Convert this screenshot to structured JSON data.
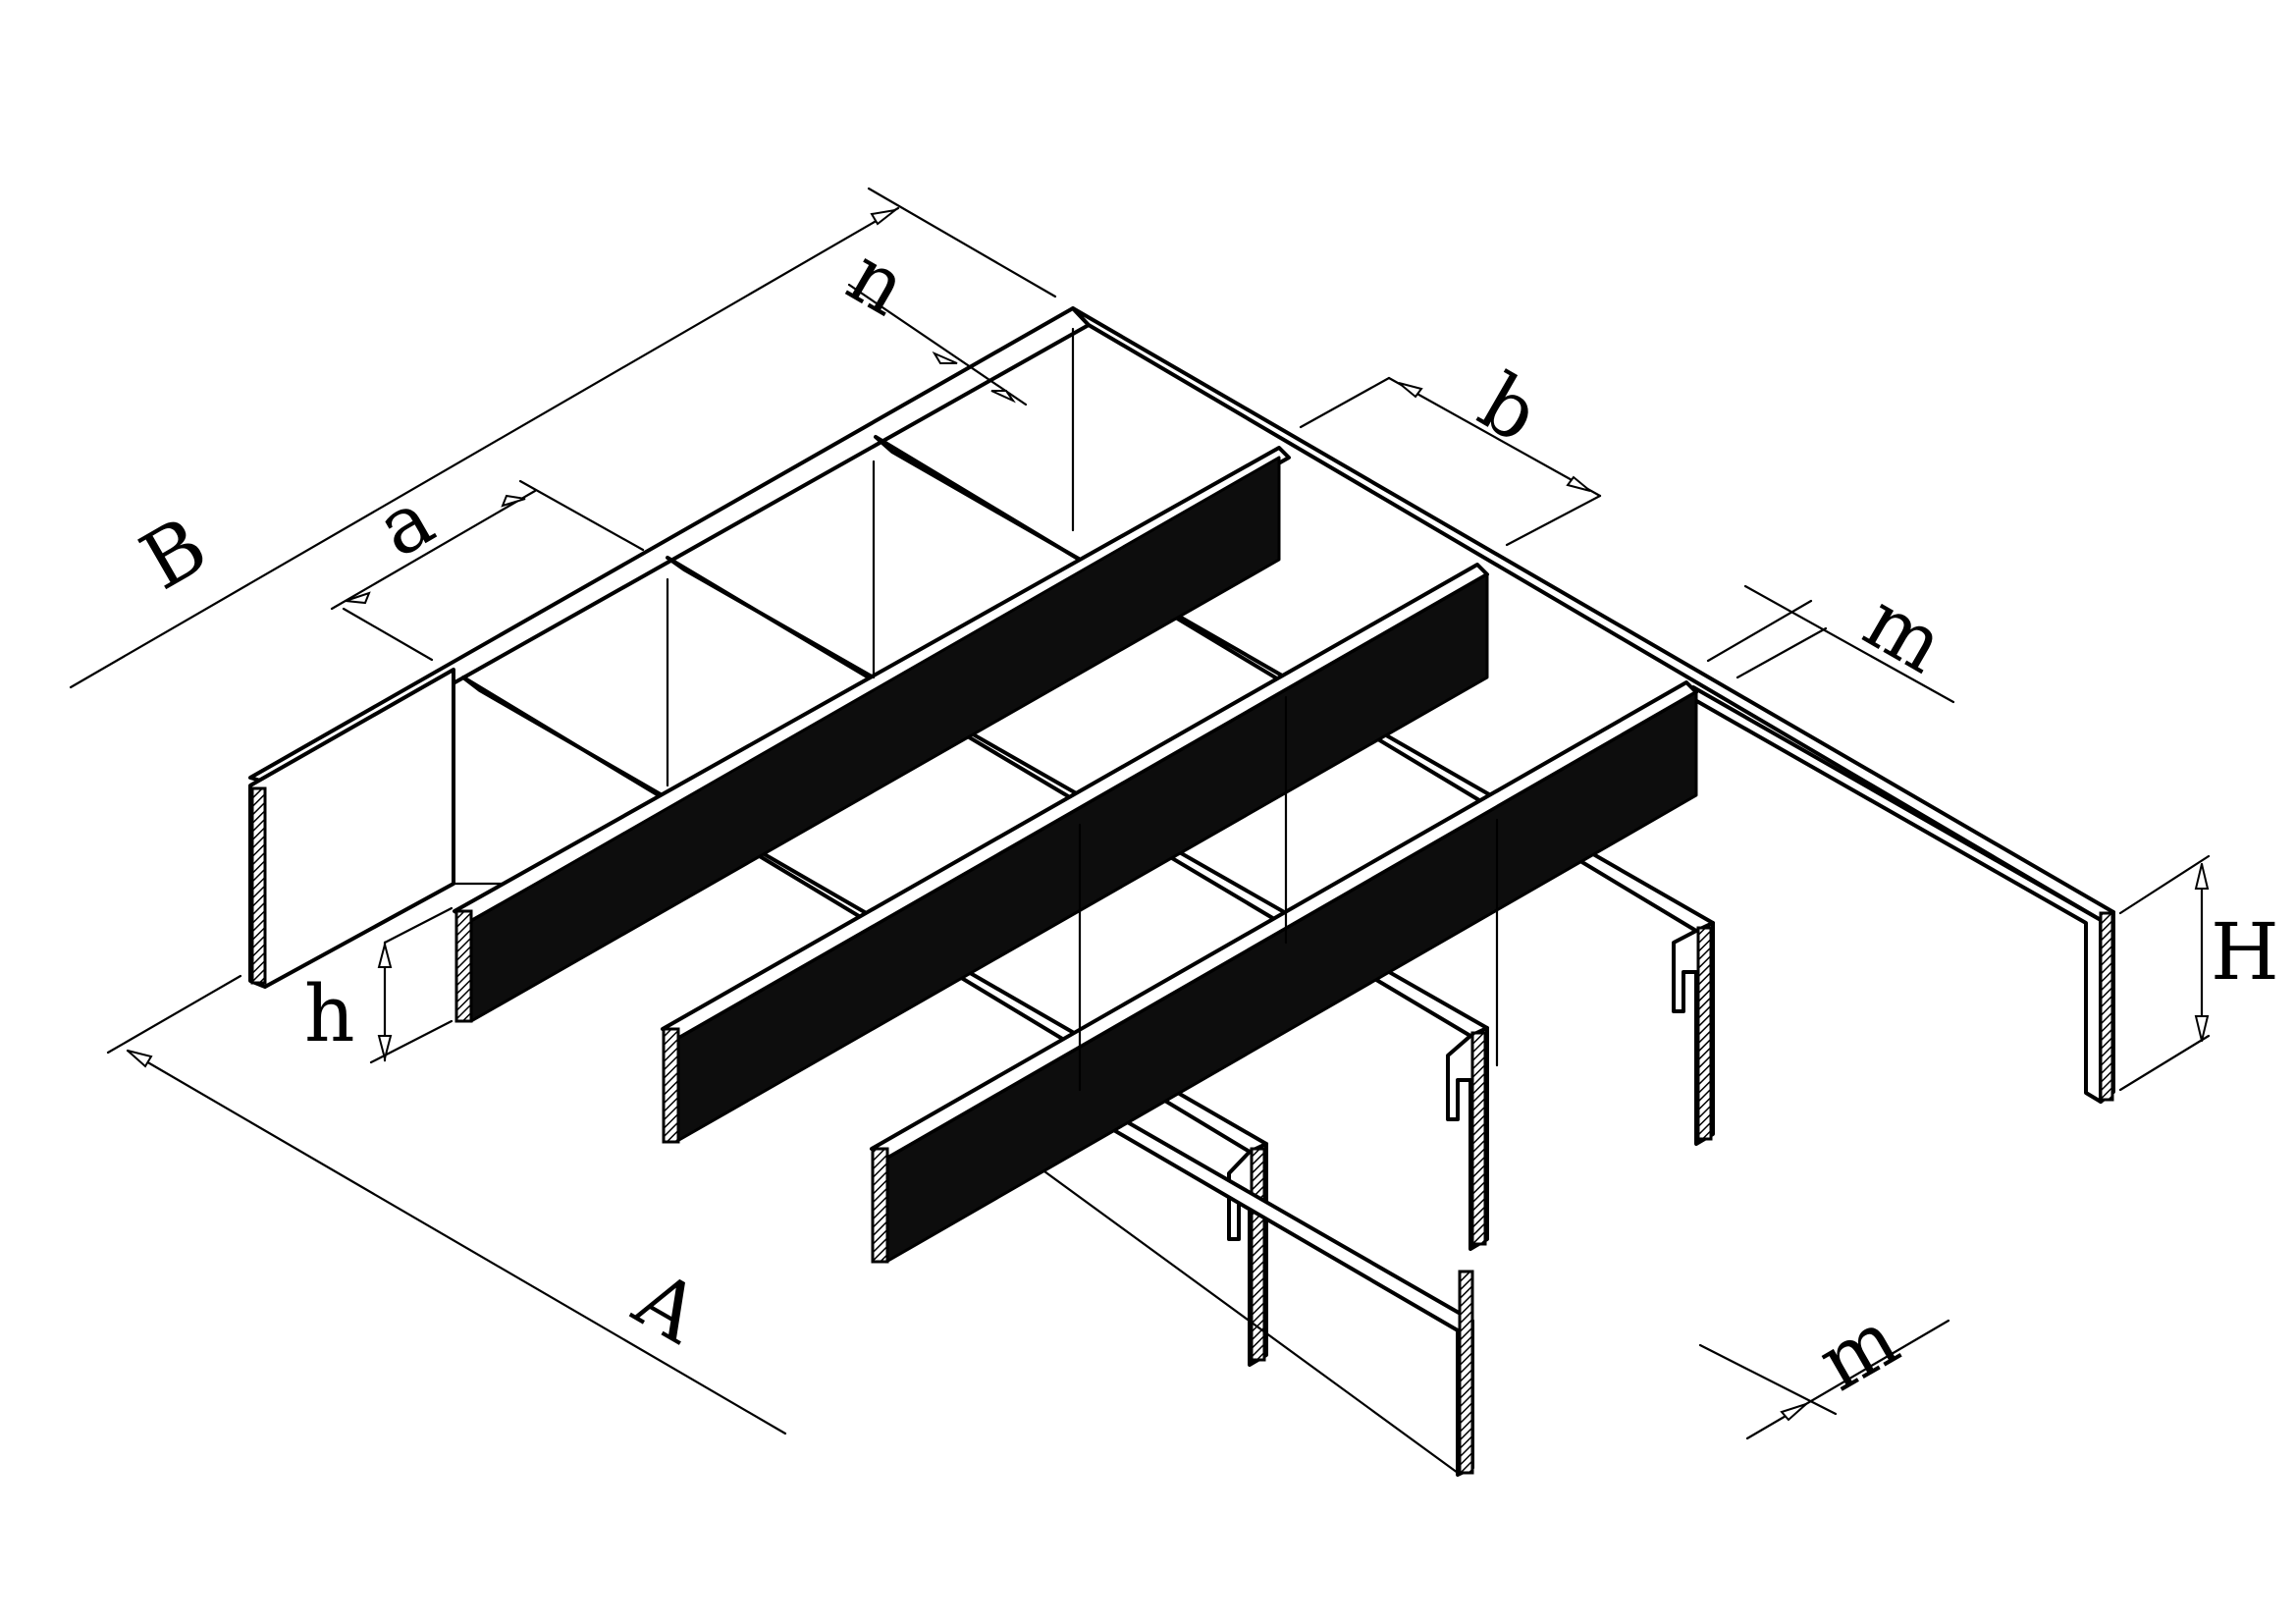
{
  "labels": {
    "B": "B",
    "a": "a",
    "n": "n",
    "b": "b",
    "m_top": "m",
    "H": "H",
    "h": "h",
    "A": "A",
    "m_bottom": "m"
  },
  "colors": {
    "line": "#000000",
    "shade": "#0d0d0d",
    "background": "#ffffff"
  }
}
